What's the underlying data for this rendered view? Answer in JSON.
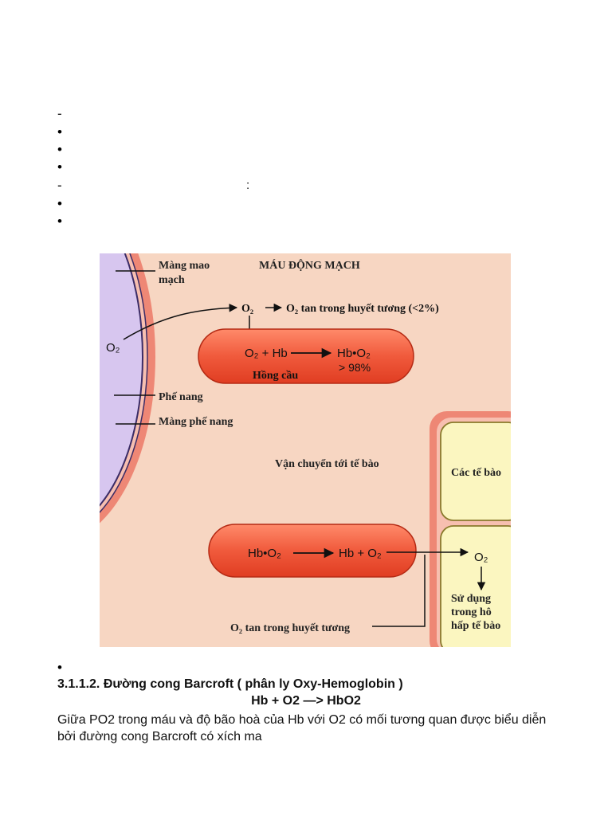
{
  "list_markers": [
    {
      "symbol": "-"
    },
    {
      "symbol": "•"
    },
    {
      "symbol": "•"
    },
    {
      "symbol": "•"
    },
    {
      "symbol": "-"
    },
    {
      "symbol": "•"
    },
    {
      "symbol": "•"
    }
  ],
  "stray_colon": ":",
  "figure": {
    "colors": {
      "background": "#f7d6c2",
      "alveolus_fill": "#d7c6ef",
      "capillary_wall": "#ee8775",
      "red_cell": "#f05a3c",
      "tissue_cell": "#fbf6c0"
    },
    "label_capillary_membrane_line1": "Màng mao",
    "label_capillary_membrane_line2": "mạch",
    "label_arterial_blood": "MÁU ĐỘNG MẠCH",
    "label_o2_alveolus": "O₂",
    "label_o2_arrow_start": "O₂",
    "label_dissolved_top": "O₂ tan trong huyết tương (<2%)",
    "label_rbc_reaction": "O₂ + Hb",
    "label_rbc_product": "Hb•O₂",
    "label_rbc_percent": "> 98%",
    "label_red_cell": "Hồng cầu",
    "label_alveolus": "Phế nang",
    "label_alveolar_membrane": "Màng phế nang",
    "label_transport": "Vận chuyển tới tế bào",
    "label_cells": "Các tế bào",
    "label_release_left": "Hb•O₂",
    "label_release_right": "Hb + O₂",
    "label_cell_o2": "O₂",
    "label_use_line1": "Sử dụng",
    "label_use_line2": "trong hô",
    "label_use_line3": "hấp tế bào",
    "label_dissolved_bottom": "O₂ tan trong huyết tương"
  },
  "final_bullet": "•",
  "heading": "3.1.1.2. Đường cong Barcroft ( phân ly Oxy-Hemoglobin )",
  "equation": "Hb + O2 —> HbO2",
  "paragraph": "Giữa PO2 trong máu và độ bão hoà của Hb với O2 có mối tương quan được biểu diễn bởi đường cong Barcroft có xích ma"
}
